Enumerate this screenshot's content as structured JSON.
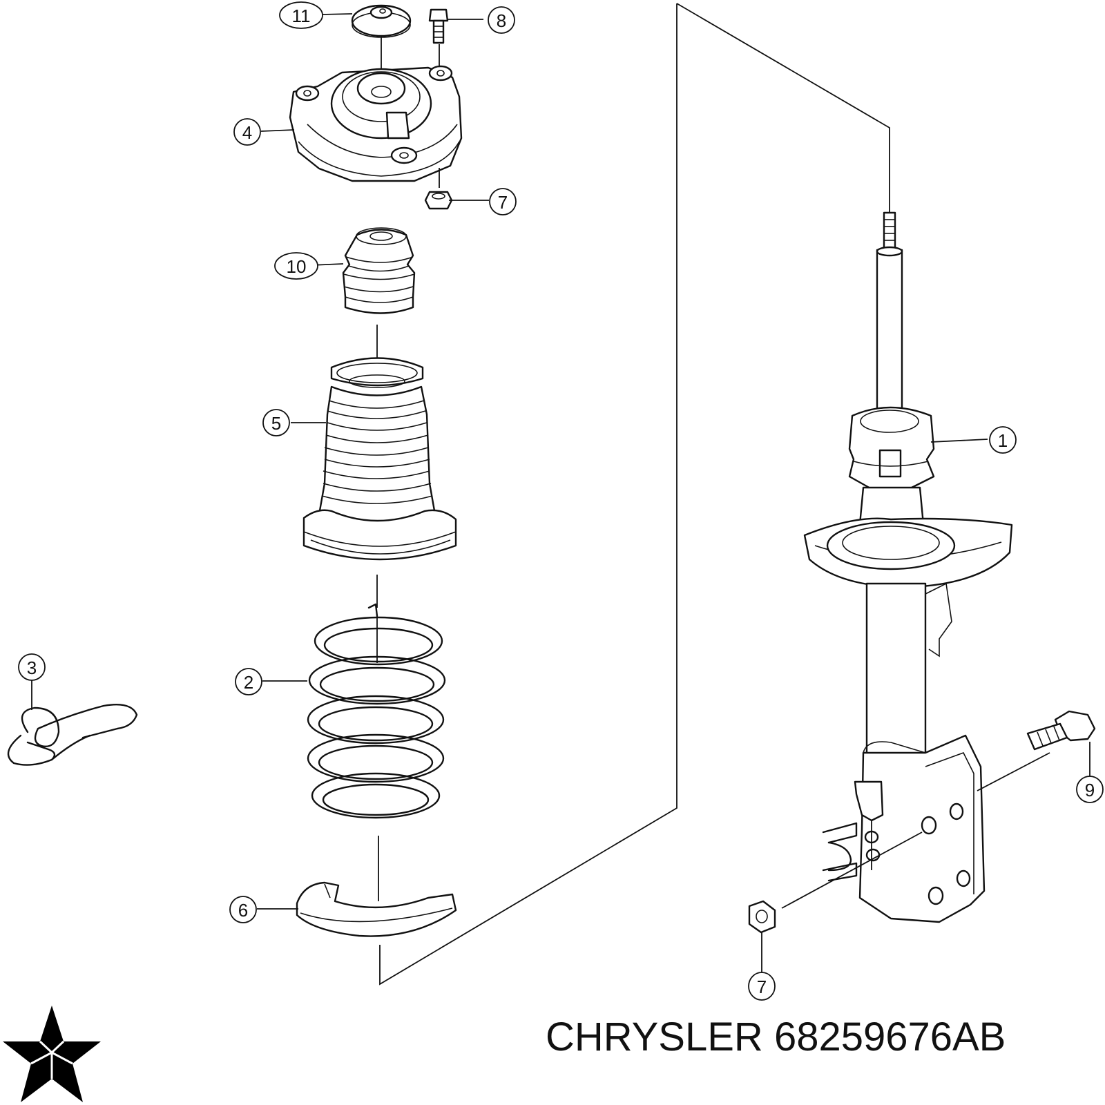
{
  "callouts": [
    {
      "id": "part-11",
      "label": "11"
    },
    {
      "id": "part-8",
      "label": "8"
    },
    {
      "id": "part-4",
      "label": "4"
    },
    {
      "id": "part-7-top",
      "label": "7"
    },
    {
      "id": "part-10",
      "label": "10"
    },
    {
      "id": "part-5",
      "label": "5"
    },
    {
      "id": "part-1",
      "label": "1"
    },
    {
      "id": "part-3",
      "label": "3"
    },
    {
      "id": "part-2",
      "label": "2"
    },
    {
      "id": "part-9",
      "label": "9"
    },
    {
      "id": "part-6",
      "label": "6"
    },
    {
      "id": "part-7-bottom",
      "label": "7"
    }
  ],
  "caption": {
    "brand": "CHRYSLER",
    "part_number": "68259676AB"
  },
  "logo": {
    "icon": "pentastar-logo-icon",
    "color": "#000000"
  }
}
